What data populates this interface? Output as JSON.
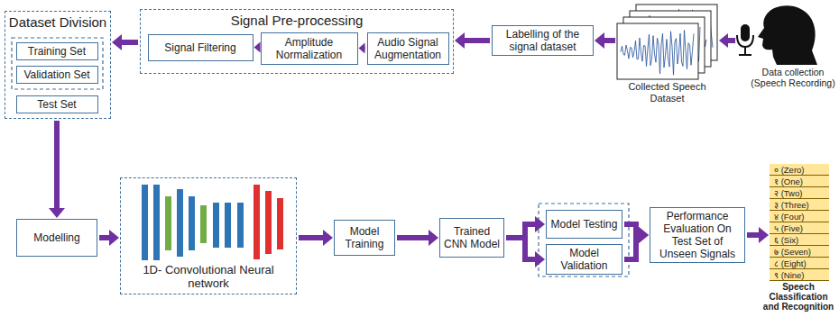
{
  "diagram": {
    "nodes": [
      {
        "text": [
          "Dataset Division"
        ]
      },
      {
        "text": [
          "Training Set"
        ],
        "in": 0
      },
      {
        "text": [
          "Validation Set"
        ],
        "in": 0
      },
      {
        "text": [
          "Test Set"
        ],
        "in": 0
      },
      {
        "text": [
          "Signal Pre-processing"
        ]
      },
      {
        "text": [
          "Signal Filtering"
        ],
        "in": 4
      },
      {
        "text": [
          "Amplitude Normalization"
        ],
        "in": 4
      },
      {
        "text": [
          "Audio Signal Augmentation"
        ],
        "in": 4
      },
      {
        "text": [
          "Labelling of the signal dataset"
        ]
      },
      {
        "text": [
          "Collected Speech Dataset"
        ]
      },
      {
        "text": [
          "Modelling"
        ]
      },
      {
        "text": [
          "1D- Convolutional Neural network"
        ]
      },
      {
        "text": [
          "Model Training"
        ]
      },
      {
        "text": [
          "Trained CNN Model"
        ]
      },
      {
        "text": [
          "Model Testing"
        ]
      },
      {
        "text": [
          "Model Validation"
        ]
      },
      {
        "text": [
          "Performance Evaluation On Test Set of Unseen Signals"
        ]
      },
      {
        "text": [
          "Speech Classification and Recognition"
        ]
      },
      {
        "text": [
          "० (Zero)"
        ],
        "in": 17
      },
      {
        "text": [
          "१ (One)"
        ],
        "in": 17
      },
      {
        "text": [
          "२ (Two)"
        ],
        "in": 17
      },
      {
        "text": [
          "३ (Three)"
        ],
        "in": 17
      },
      {
        "text": [
          "४ (Four)"
        ],
        "in": 17
      },
      {
        "text": [
          "५ (Five)"
        ],
        "in": 17
      },
      {
        "text": [
          "६ (Six)"
        ],
        "in": 17
      },
      {
        "text": [
          "७ (Seven)"
        ],
        "in": 17
      },
      {
        "text": [
          "८ (Eight)"
        ],
        "in": 17
      },
      {
        "text": [
          "९ (Nine)"
        ],
        "in": 17
      }
    ],
    "edges": [
      {
        "from": 9,
        "to": 8,
        "arrow": "to"
      },
      {
        "from": 8,
        "to": 4,
        "arrow": "to"
      },
      {
        "from": 7,
        "to": 6,
        "arrow": "to"
      },
      {
        "from": 6,
        "to": 5,
        "arrow": "to"
      },
      {
        "from": 4,
        "to": 0,
        "arrow": "to"
      },
      {
        "from": 0,
        "to": 10,
        "arrow": "to"
      },
      {
        "from": 10,
        "to": 11,
        "arrow": "to"
      },
      {
        "from": 11,
        "to": 12,
        "arrow": "to"
      },
      {
        "from": 12,
        "to": 13,
        "arrow": "to"
      },
      {
        "from": 13,
        "to": 14,
        "arrow": "to"
      },
      {
        "from": 13,
        "to": 15,
        "arrow": "to"
      },
      {
        "from": 14,
        "to": 16,
        "arrow": "to"
      },
      {
        "from": 15,
        "to": 16,
        "arrow": "to"
      },
      {
        "from": 16,
        "to": 17,
        "arrow": "to"
      }
    ],
    "labels": [
      "Data collection (Speech Recording)"
    ]
  }
}
